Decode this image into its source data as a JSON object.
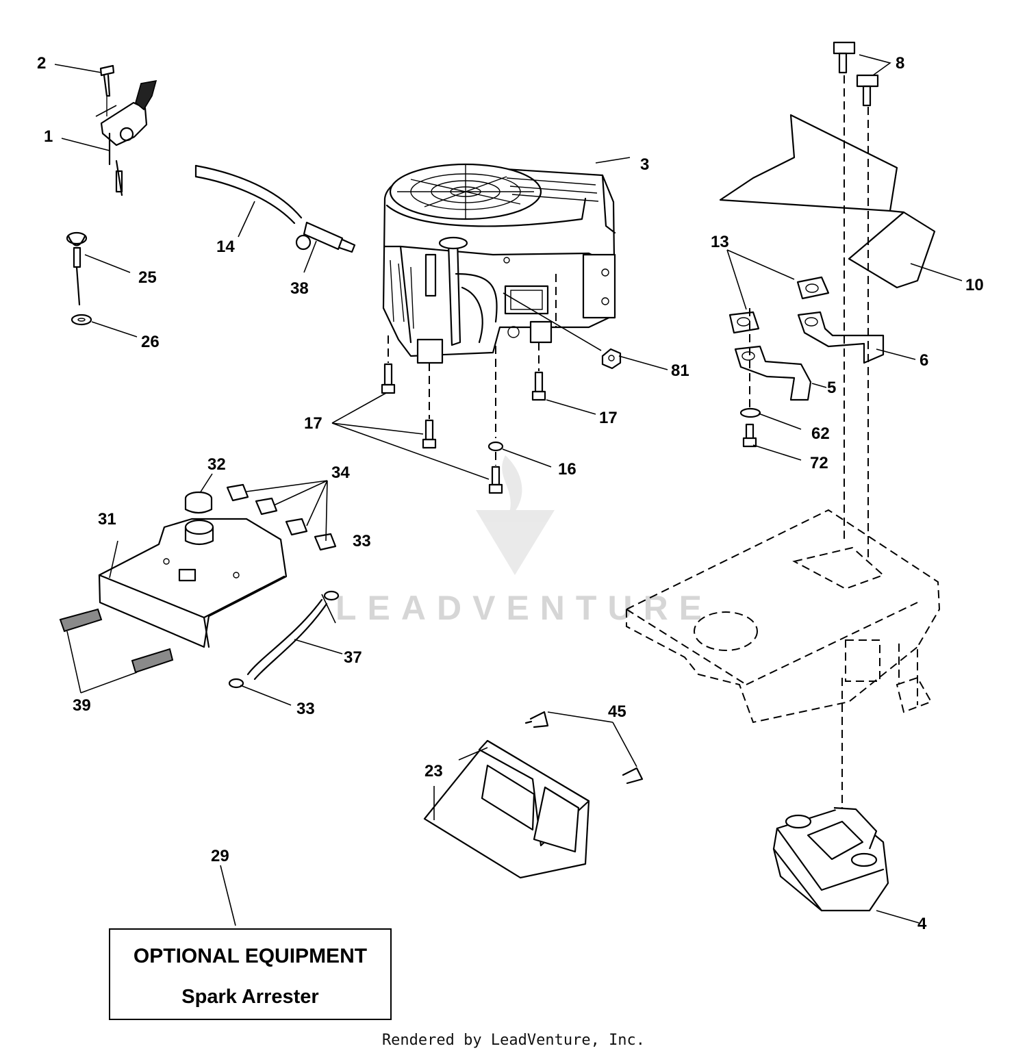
{
  "watermark": {
    "text": "LEADVENTURE"
  },
  "callouts": [
    "1",
    "2",
    "3",
    "4",
    "5",
    "6",
    "8",
    "10",
    "13",
    "14",
    "16",
    "17",
    "17",
    "23",
    "25",
    "26",
    "29",
    "31",
    "32",
    "33",
    "33",
    "34",
    "37",
    "38",
    "39",
    "45",
    "62",
    "72",
    "81"
  ],
  "optional_box": {
    "title": "OPTIONAL EQUIPMENT",
    "subtitle": "Spark Arrester"
  },
  "footer": "Rendered by LeadVenture, Inc."
}
